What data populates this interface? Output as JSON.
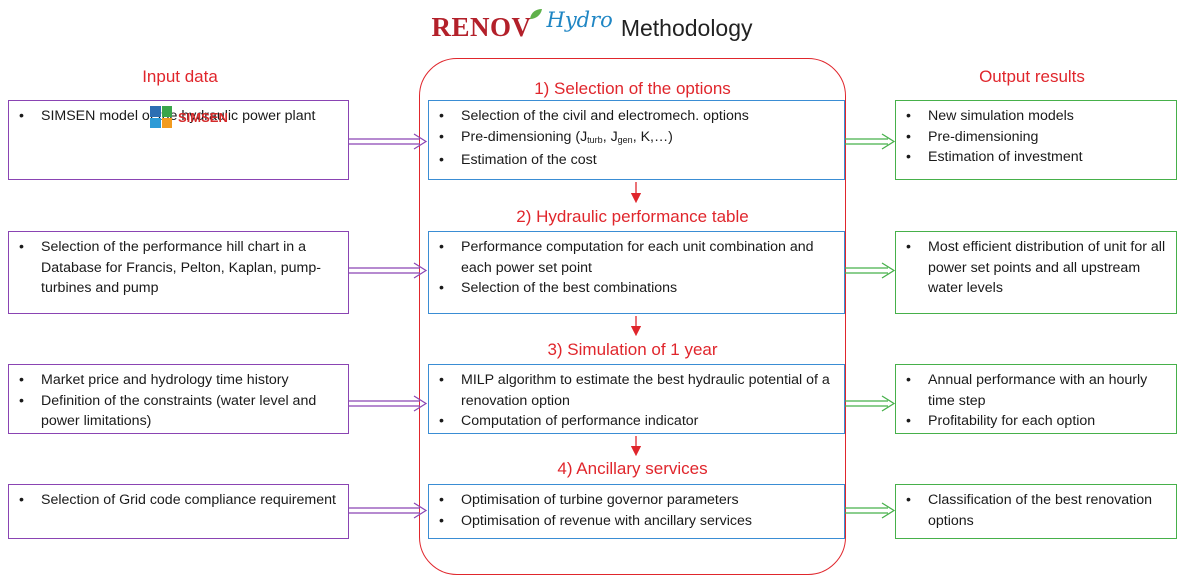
{
  "header": {
    "brand_renov": "RENOV",
    "brand_hydro": "Hydro",
    "title_rest": "Methodology"
  },
  "columns": {
    "input": "Input data",
    "output": "Output results"
  },
  "sections": [
    {
      "title": "1) Selection of the options",
      "input": [
        "SIMSEN model of the hydraulic power plant"
      ],
      "input_logo_label": "SIMSEN",
      "process": {
        "item1": "Selection of the civil and electromech. options",
        "item2_prefix": "Pre-dimensioning (J",
        "item2_sub1": "turb",
        "item2_sep1": ", J",
        "item2_sub2": "gen",
        "item2_suffix": ", K,…)",
        "item3": "Estimation of the cost"
      },
      "output": [
        "New simulation models",
        "Pre-dimensioning",
        "Estimation of investment"
      ]
    },
    {
      "title": "2) Hydraulic performance table",
      "input": [
        "Selection of the performance hill chart in a Database for Francis, Pelton, Kaplan, pump-turbines and pump"
      ],
      "process": [
        "Performance computation for each unit combination and each power set point",
        "Selection of the best combinations"
      ],
      "output": [
        "Most efficient distribution of unit for all power set points and all upstream water levels"
      ]
    },
    {
      "title": "3) Simulation of 1 year",
      "input": [
        "Market price and hydrology time history",
        "Definition of the constraints (water level and power limitations)"
      ],
      "process": [
        "MILP algorithm to estimate the best hydraulic potential of a renovation option",
        "Computation of performance indicator"
      ],
      "output": [
        "Annual performance with an hourly time step",
        "Profitability for each option"
      ]
    },
    {
      "title": "4) Ancillary services",
      "input": [
        "Selection of Grid code compliance requirement"
      ],
      "process": [
        "Optimisation of turbine governor parameters",
        "Optimisation of revenue with ancillary services"
      ],
      "output": [
        "Classification of the best renovation options"
      ]
    }
  ],
  "colors": {
    "red": "#e0262c",
    "purple": "#8a44b3",
    "blue": "#3a8dd4",
    "green": "#46b04a",
    "hydro_blue": "#1f86c4",
    "renov_red": "#b3202a"
  }
}
